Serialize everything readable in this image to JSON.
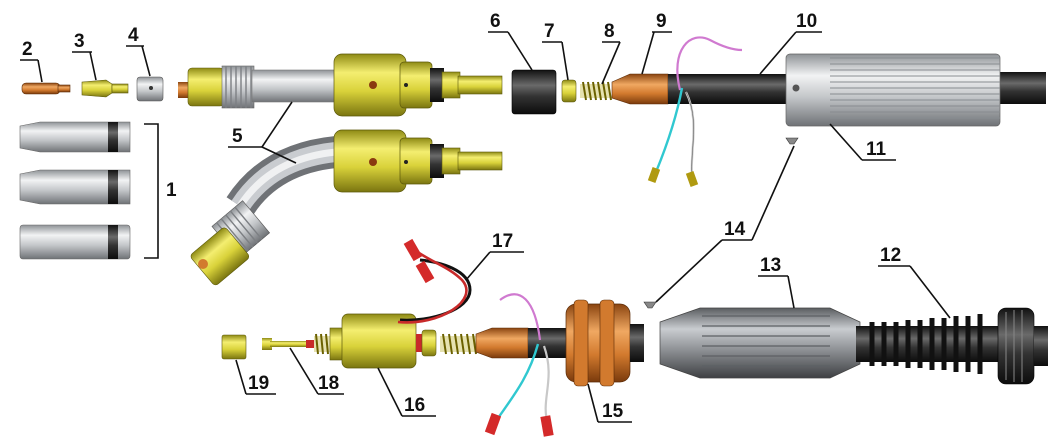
{
  "labels": {
    "l1": "1",
    "l2": "2",
    "l3": "3",
    "l4": "4",
    "l5": "5",
    "l6": "6",
    "l7": "7",
    "l8": "8",
    "l9": "9",
    "l10": "10",
    "l11": "11",
    "l12": "12",
    "l13": "13",
    "l14": "14",
    "l15": "15",
    "l16": "16",
    "l17": "17",
    "l18": "18",
    "l19": "19"
  },
  "colors": {
    "brass": "#d9d23a",
    "copper": "#d27a2e",
    "steel": "#b4b8bc",
    "dark": "#2e2e2e",
    "wire_pink": "#d07ad0",
    "wire_cyan": "#30c8d0",
    "wire_red": "#d42a2a",
    "line": "#111111"
  }
}
